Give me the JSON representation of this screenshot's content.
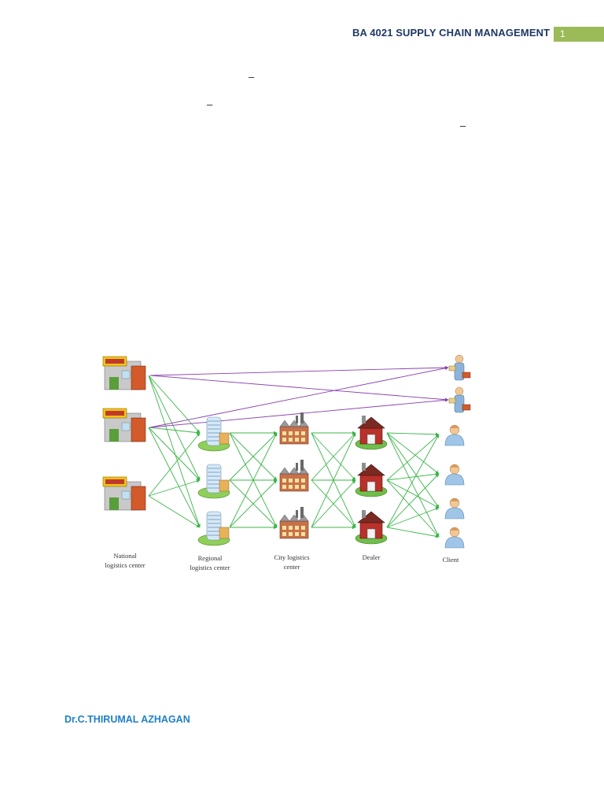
{
  "header": {
    "title": "BA 4021 SUPPLY CHAIN MANAGEMENT",
    "page_number": "1"
  },
  "body": {
    "dashes": [
      "–",
      "–",
      "–"
    ]
  },
  "diagram": {
    "labels": {
      "national_1": "National",
      "national_2": "logistics center",
      "regional_1": "Regional",
      "regional_2": "logistics center",
      "city_1": "City logistics",
      "city_2": "center",
      "dealer": "Dealer",
      "client": "Client"
    },
    "colors": {
      "flow": "#3cb54a",
      "direct": "#8b3fae"
    }
  },
  "footer": {
    "author": "Dr.C.THIRUMAL AZHAGAN"
  }
}
